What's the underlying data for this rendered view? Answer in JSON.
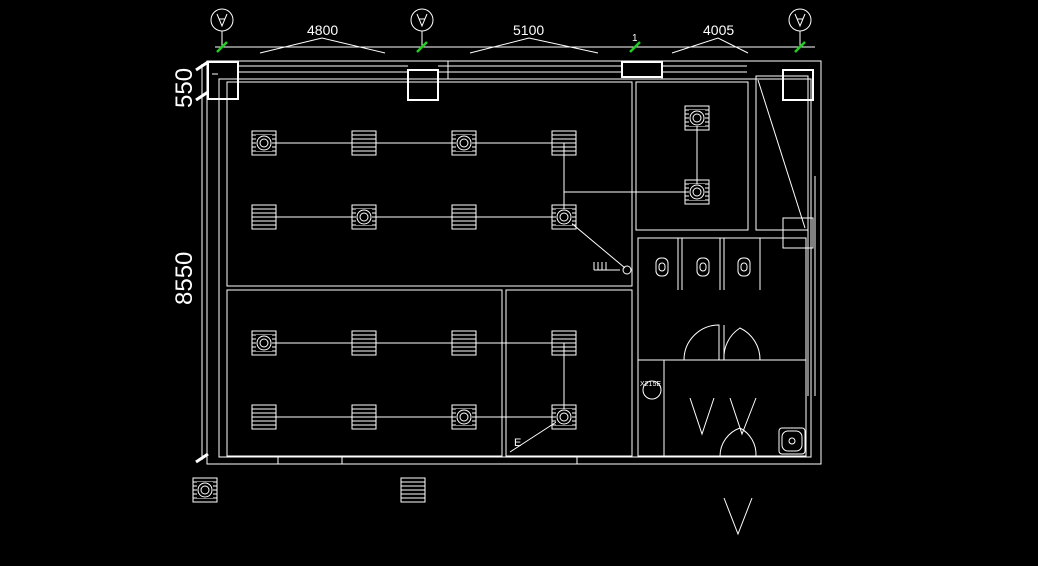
{
  "drawing": {
    "dimensions_top": [
      "4800",
      "5100",
      "4005"
    ],
    "dimensions_left": [
      "550",
      "8550"
    ],
    "marker_text": "1",
    "detector_tag": "X215E",
    "small_label": "E"
  },
  "colors": {
    "background": "#000000",
    "lines": "#ffffff",
    "dimension_ticks": "#22cc22"
  }
}
